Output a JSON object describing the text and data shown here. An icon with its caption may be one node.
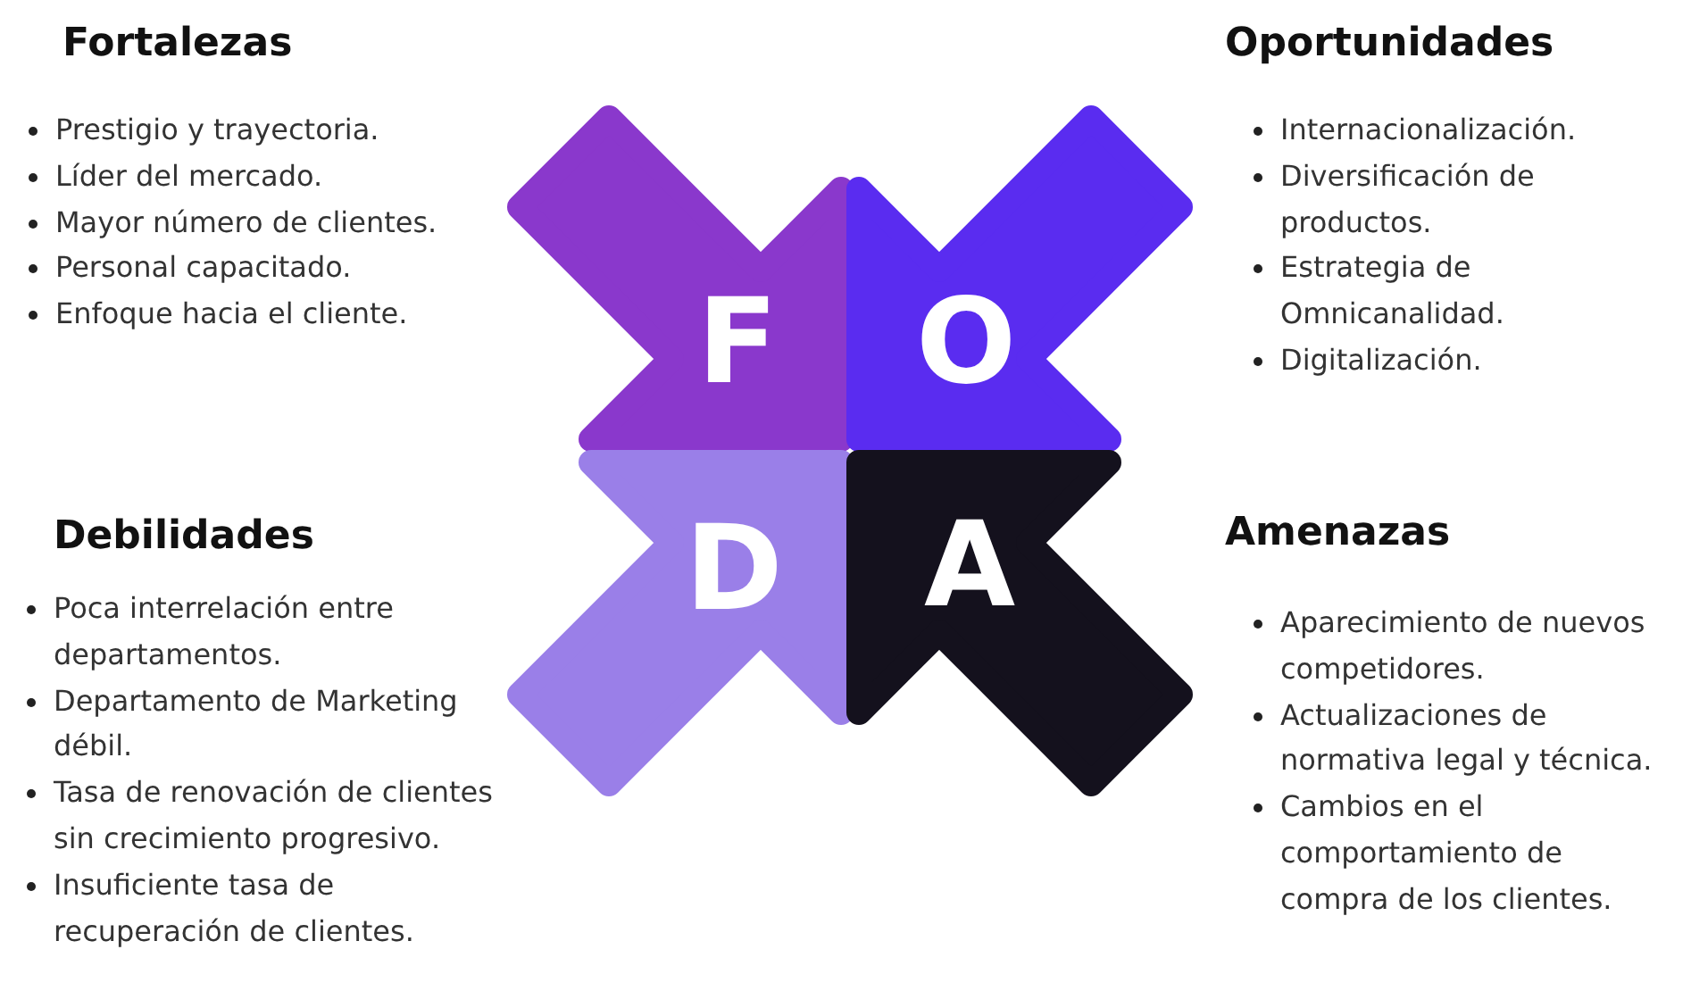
{
  "diagram": {
    "nodes": [
      {
        "text": [
          "F"
        ]
      },
      {
        "text": [
          "O"
        ]
      },
      {
        "text": [
          "D"
        ]
      },
      {
        "text": [
          "A"
        ]
      }
    ],
    "labels": [
      "Fortalezas",
      "Prestigio y trayectoria.",
      "Líder del mercado.",
      "Mayor número de clientes.",
      "Personal capacitado.",
      "Enfoque hacia el cliente.",
      "Oportunidades",
      "Internacionalización.",
      "Diversificación de productos.",
      "Estrategia de Omnicanalidad.",
      "Digitalización.",
      "Debilidades",
      "Poca interrelación entre departamentos.",
      "Departamento de Marketing débil.",
      "Tasa de renovación de clientes sin crecimiento progresivo.",
      "Insuficiente tasa de recuperación de clientes.",
      "Amenazas",
      "Aparecimiento de nuevos competidores.",
      "Actualizaciones de normativa legal y técnica.",
      "Cambios en el comportamiento de compra de los clientes."
    ]
  }
}
